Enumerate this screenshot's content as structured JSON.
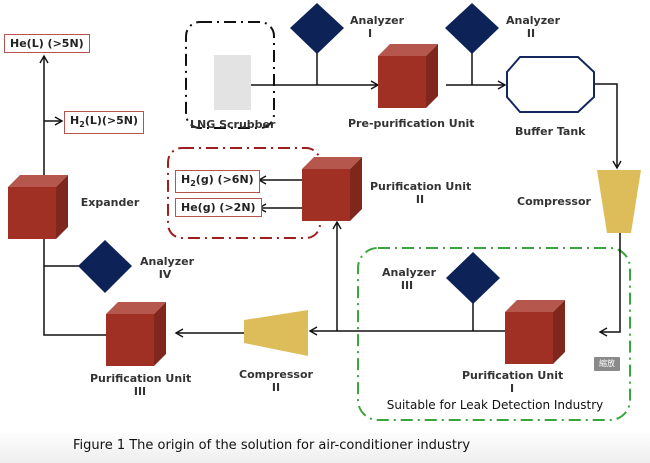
{
  "analyzers": {
    "a1": {
      "name": "Analyzer",
      "num": "I"
    },
    "a2": {
      "name": "Analyzer",
      "num": "II"
    },
    "a3": {
      "name": "Analyzer",
      "num": "III"
    },
    "a4": {
      "name": "Analyzer",
      "num": "IV"
    }
  },
  "units": {
    "scrubber": "LNG Scrubber",
    "prepurification": "Pre-purification Unit",
    "buffer_tank": "Buffer Tank",
    "compressor1": "Compressor",
    "purification1": {
      "name": "Purification Unit",
      "num": "I"
    },
    "purification2": {
      "name": "Purification Unit",
      "num": "II"
    },
    "purification3": {
      "name": "Purification Unit",
      "num": "III"
    },
    "compressor2": {
      "name": "Compressor",
      "num": "II"
    },
    "expander": "Expander"
  },
  "products": {
    "he_liquid": "He(L) (>5N)",
    "h2_liquid_base": "H",
    "h2_liquid_sub": "2",
    "h2_liquid_rest": "(L)(>5N)",
    "h2_gas_base": "H",
    "h2_gas_sub": "2",
    "h2_gas_rest": "(g)  (>6N)",
    "he_gas": "He(g)  (>2N)"
  },
  "leak_detection_label": "Suitable for Leak Detection Industry",
  "zoom_badge": "縮放",
  "caption": "Figure 1 The origin of the solution for air-conditioner industry",
  "colors": {
    "cube_front": "#a02f24",
    "cube_top": "#b5574d",
    "cube_side": "#7f261d",
    "analyzer": "#0d2257",
    "compressor": "#ddbd5a",
    "buffer_stroke": "#14275e",
    "red_dash": "#9e1d1d",
    "green_dash": "#3aa53a"
  }
}
